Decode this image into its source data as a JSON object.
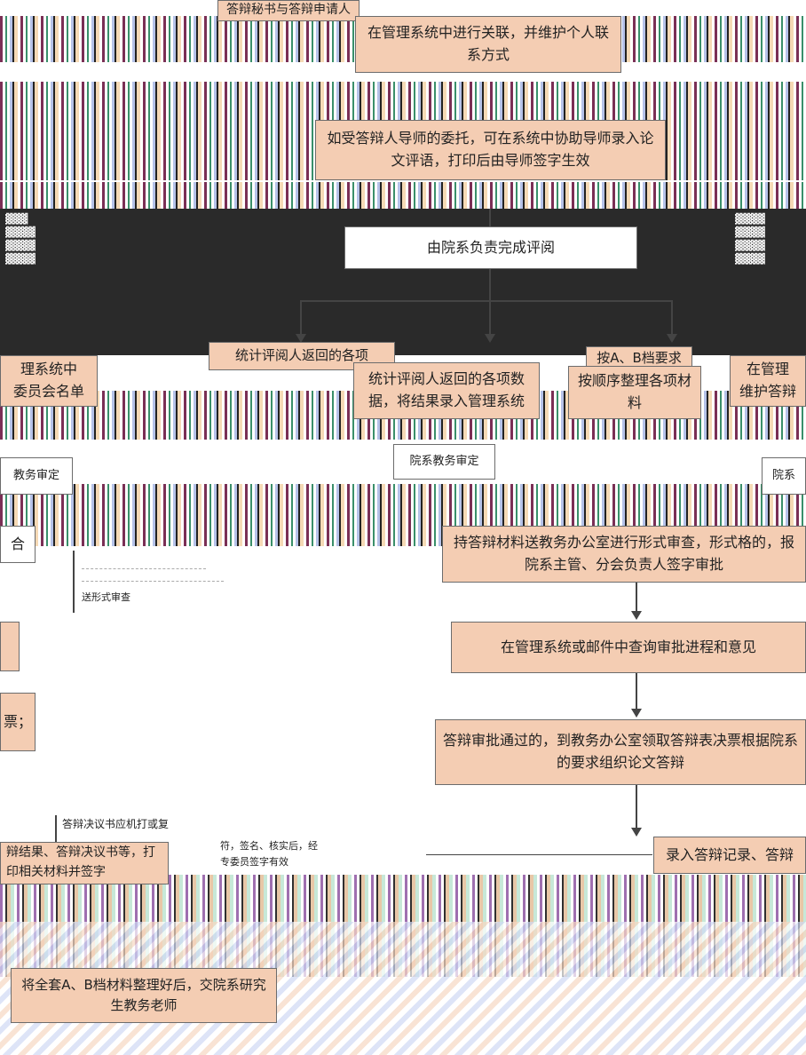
{
  "top": {
    "partial_label": "答辩秘书与答辩申请人",
    "link_box": "在管理系统中进行关联，并维护个人联系方式",
    "link_box_cut": "答辩秘书与答辩申请人"
  },
  "assist_box": "如受答辩人导师的委托，可在系统中协助导师录入论文评语，打印后由导师签字生效",
  "review_box": "由院系负责完成评阅",
  "middle": {
    "stat_box": "统计评阅人返回的各项数据，将结果录入管理系统",
    "stat_box_overlay": "统计评阅人返回的各项",
    "sort_box": "按顺序整理各项材料",
    "sort_box_overlay": "按A、B档要求",
    "left_cut": "理系统中\n委员会名单",
    "right_cut": "在管理\n维护答辩"
  },
  "approval": {
    "center": "院系教务审定",
    "left": "教务审定",
    "right": "院系"
  },
  "steps": {
    "submit": "持答辩材料送教务办公室进行形式审查，形式格的，报院系主管、分会负责人签字审批",
    "query": "在管理系统或邮件中查询审批进程和意见",
    "receive": "答辩审批通过的，到教务办公室领取答辩表决票根据院系的要求组织论文答辩",
    "record": "录入答辩记录、答辩",
    "left_cut_mid": "合",
    "left_cut_low": "票；"
  },
  "notes": {
    "side_small": "送形式审查",
    "defense_note": "答辩决议书应机打或复",
    "defense_note2": "符，签名、核实后，经",
    "defense_note3": "专委员签字有效",
    "result_box": "辩结果、答辩决议书等，打印相关材料并签字",
    "final_box": "将全套A、B档材料整理好后，交院系研究生教务老师"
  }
}
